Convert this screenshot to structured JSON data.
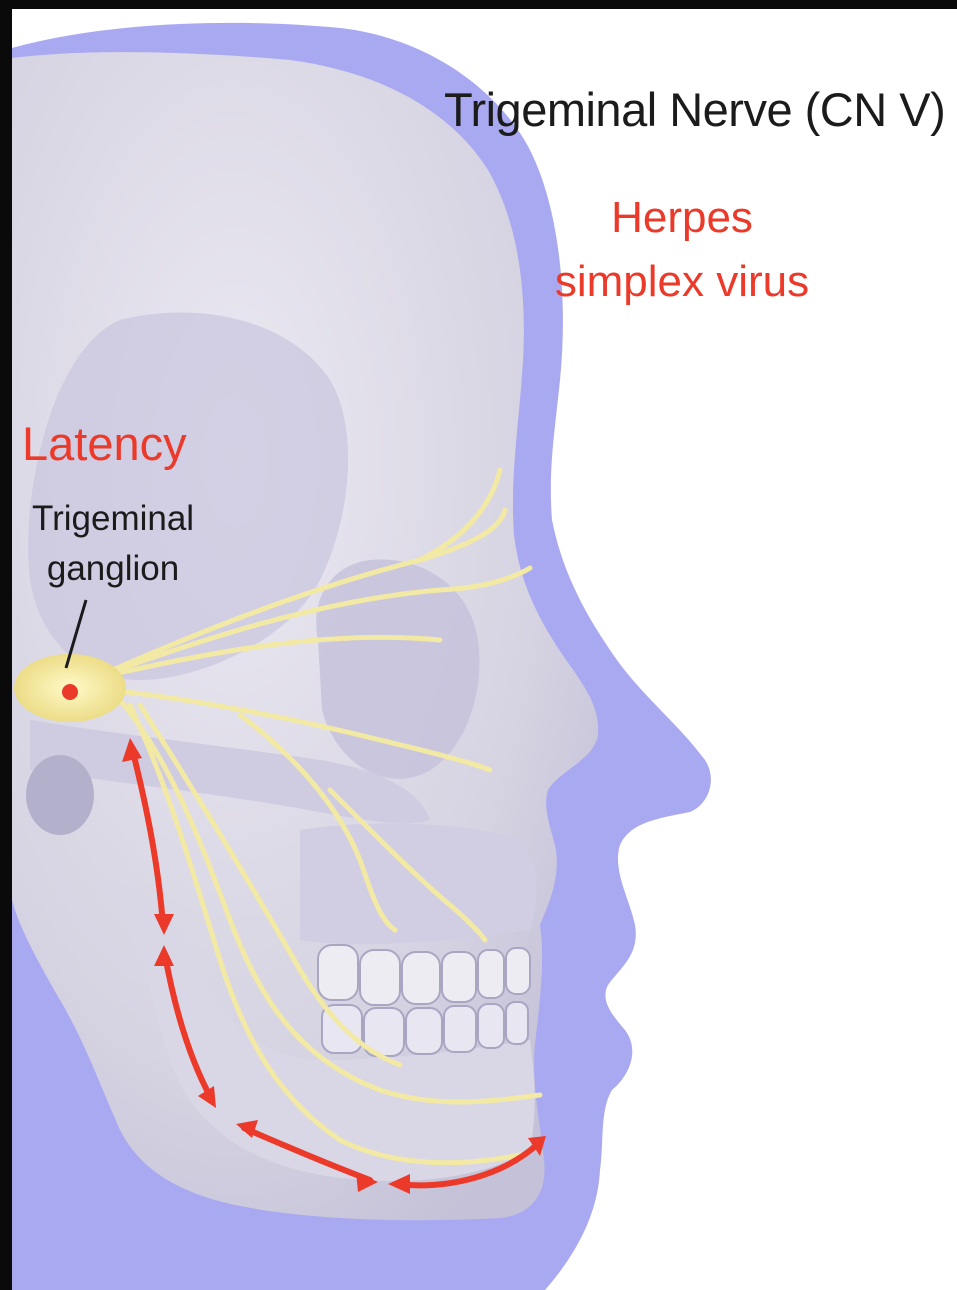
{
  "title": "Trigeminal Nerve (CN V)",
  "virus": {
    "line1": "Herpes",
    "line2": "simplex virus"
  },
  "latency": "Latency",
  "ganglion": {
    "line1": "Trigeminal",
    "line2": "ganglion"
  },
  "colors": {
    "accent_red": "#ec3a2a",
    "skin": "#a9a9f2",
    "skull": "#dddae6",
    "nerve": "#f2e9a4",
    "ink": "#1b1b1b"
  }
}
